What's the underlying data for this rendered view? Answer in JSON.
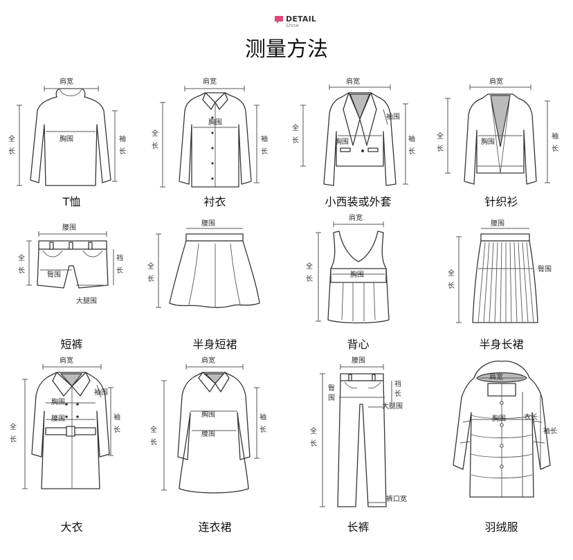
{
  "header": {
    "badge_main": "DETAIL",
    "badge_sub": "Show",
    "badge_color": "#e0457b",
    "title": "测量方法"
  },
  "labels": {
    "shoulder": "肩宽",
    "chest": "胸围",
    "sleeve": "袖长",
    "length": "全长",
    "waist": "腰围",
    "hip": "臀围",
    "thigh": "大腿围",
    "cuff_opening": "裤口宽",
    "armhole": "袖围",
    "garment_length": "衣长"
  },
  "garments": [
    {
      "name": "T恤",
      "icon": "tshirt-icon"
    },
    {
      "name": "衬衣",
      "icon": "shirt-icon"
    },
    {
      "name": "小西装或外套",
      "icon": "blazer-icon"
    },
    {
      "name": "针织衫",
      "icon": "cardigan-icon"
    },
    {
      "name": "短裤",
      "icon": "shorts-icon"
    },
    {
      "name": "半身短裙",
      "icon": "short-skirt-icon"
    },
    {
      "name": "背心",
      "icon": "vest-icon"
    },
    {
      "name": "半身长裙",
      "icon": "long-skirt-icon"
    },
    {
      "name": "大衣",
      "icon": "overcoat-icon"
    },
    {
      "name": "连衣裙",
      "icon": "dress-icon"
    },
    {
      "name": "长裤",
      "icon": "trousers-icon"
    },
    {
      "name": "羽绒服",
      "icon": "down-jacket-icon"
    }
  ]
}
